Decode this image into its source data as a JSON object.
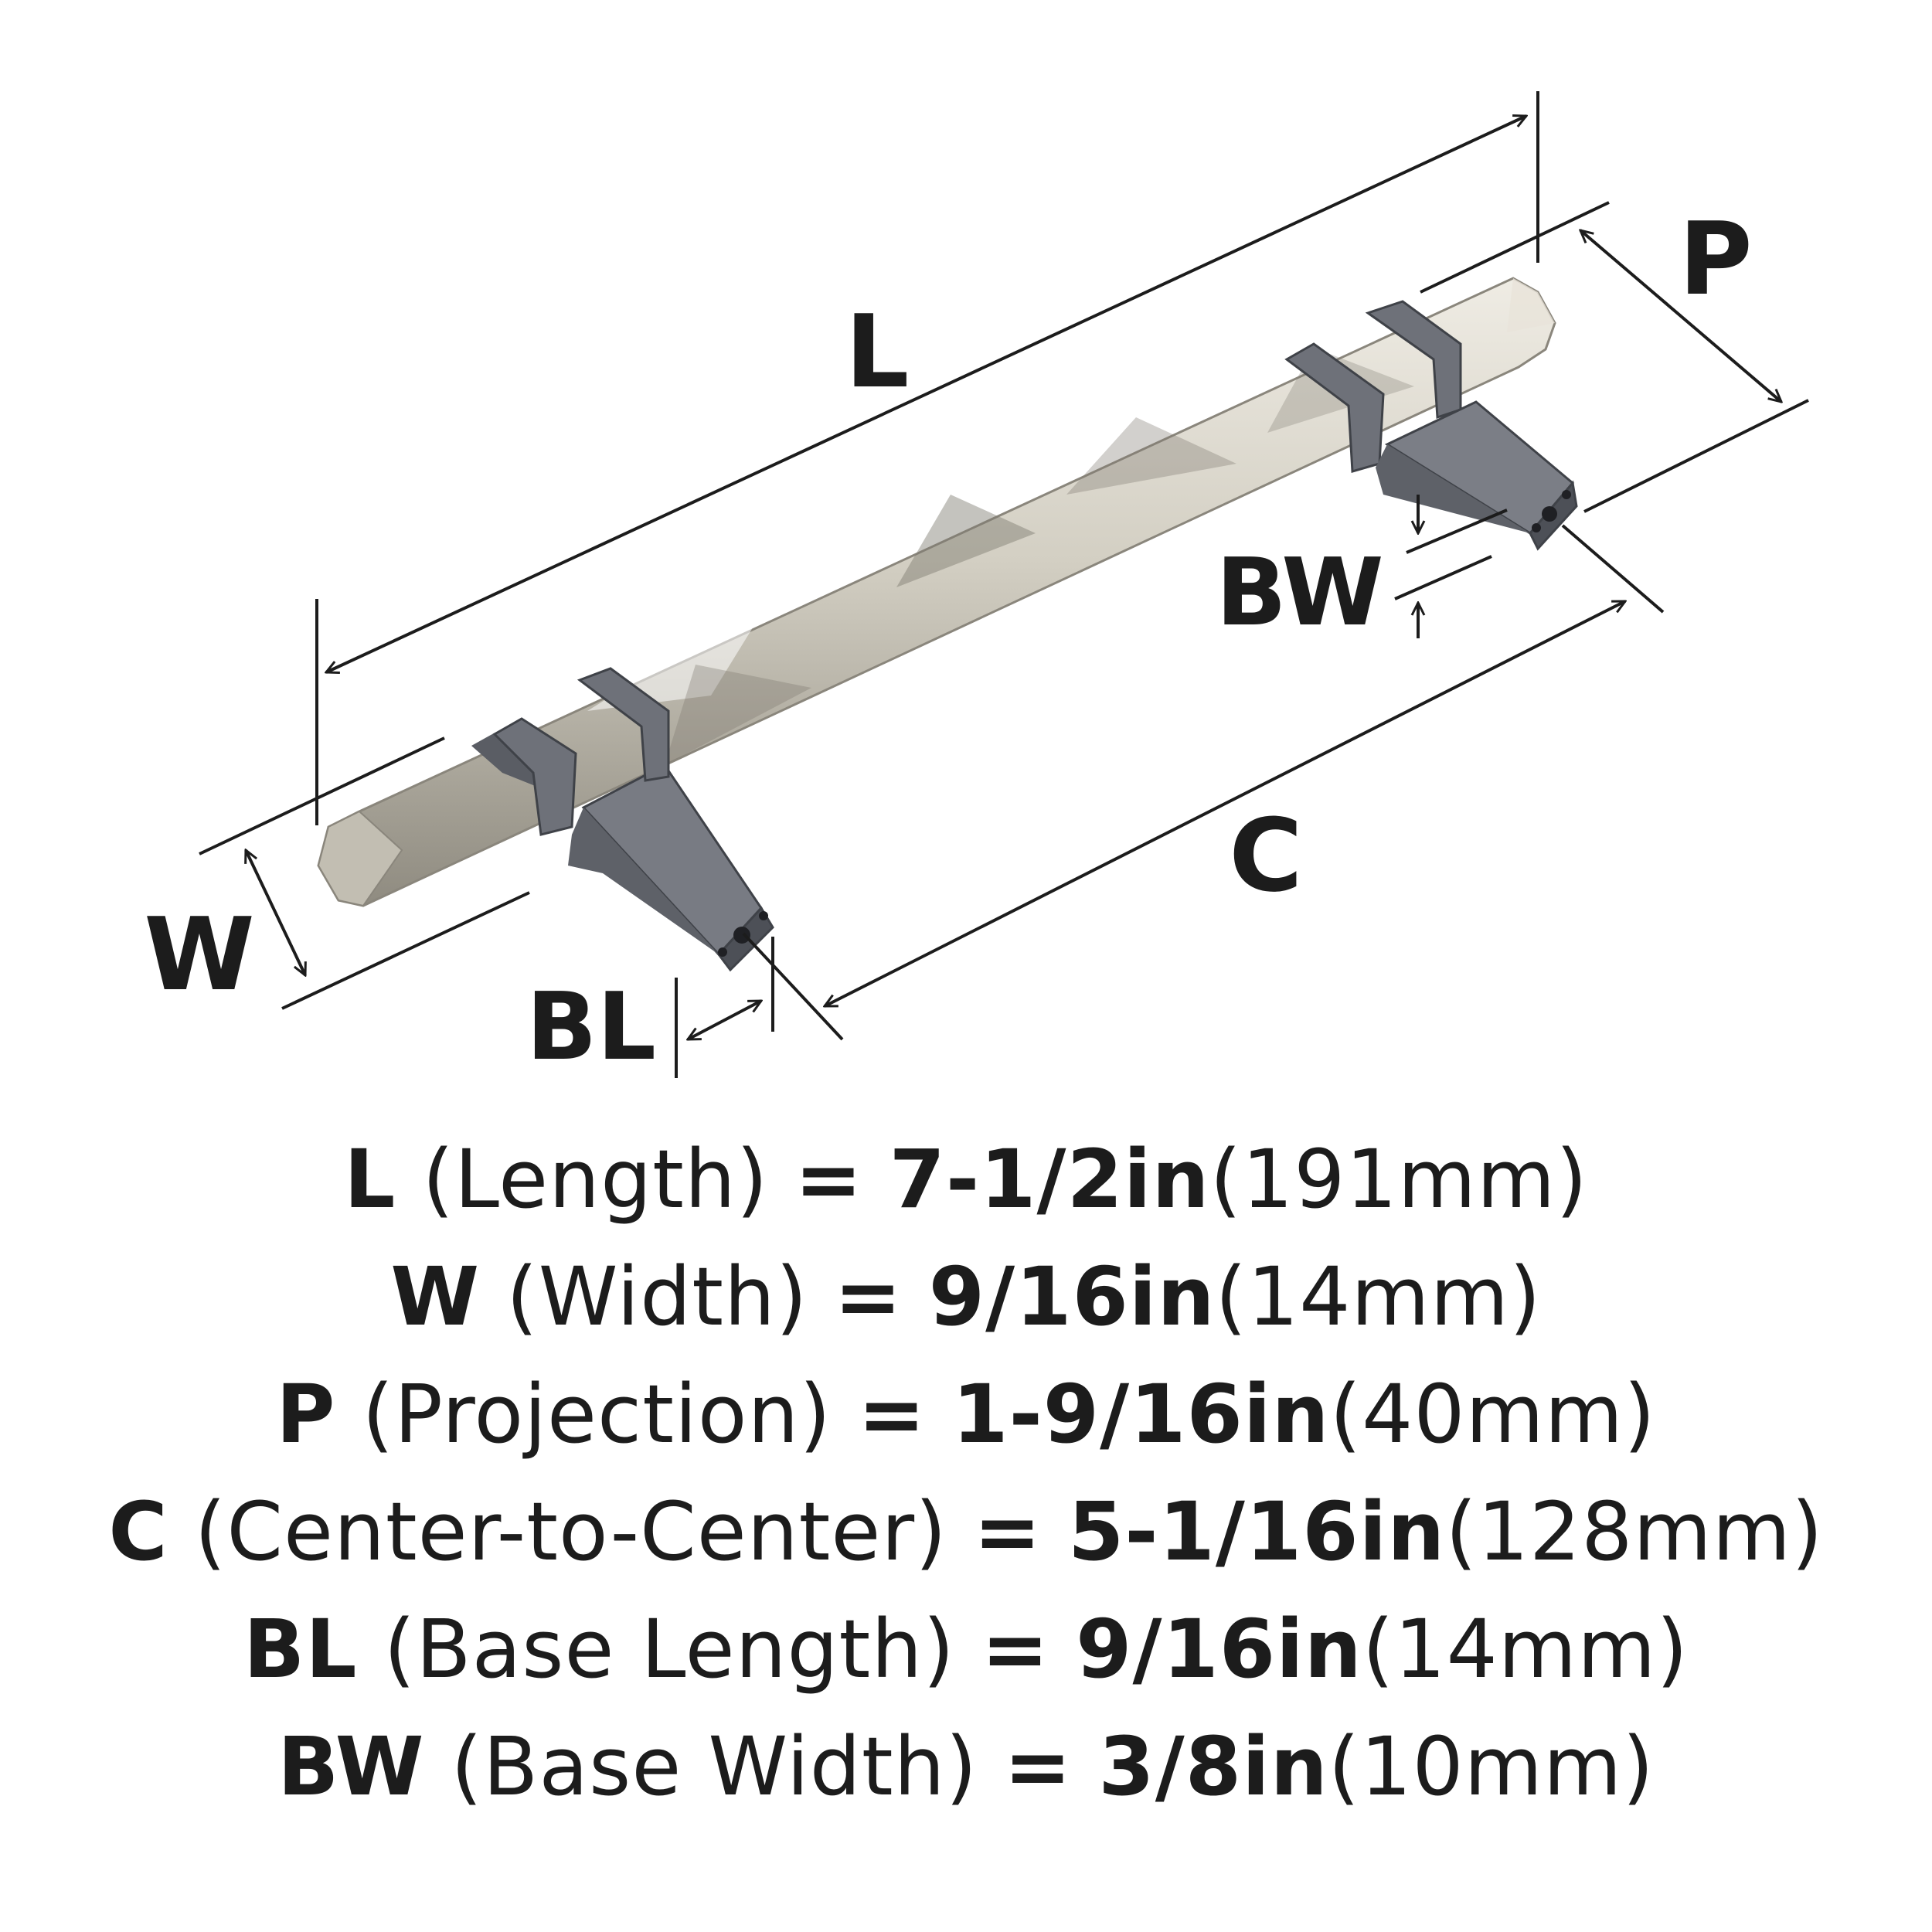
{
  "diagram": {
    "labels": {
      "L": "L",
      "P": "P",
      "W": "W",
      "BW": "BW",
      "BL": "BL",
      "C": "C"
    },
    "colors": {
      "handle": "#d6d2c6",
      "handle_dark": "#9f9b90",
      "post": "#6e7179",
      "post_dark": "#4a4d54",
      "line": "#1c1c1c"
    }
  },
  "specs": [
    {
      "code": "L",
      "name": "(Length)",
      "eq": "=",
      "value": "7-1/2in",
      "metric": "(191mm)"
    },
    {
      "code": "W",
      "name": "(Width)",
      "eq": "=",
      "value": "9/16in",
      "metric": "(14mm)"
    },
    {
      "code": "P",
      "name": "(Projection)",
      "eq": "=",
      "value": "1-9/16in",
      "metric": "(40mm)"
    },
    {
      "code": "C",
      "name": "(Center-to-Center)",
      "eq": "=",
      "value": "5-1/16in",
      "metric": "(128mm)"
    },
    {
      "code": "BL",
      "name": "(Base Length)",
      "eq": "=",
      "value": "9/16in",
      "metric": "(14mm)"
    },
    {
      "code": "BW",
      "name": "(Base Width)",
      "eq": "=",
      "value": "3/8in",
      "metric": "(10mm)"
    }
  ]
}
